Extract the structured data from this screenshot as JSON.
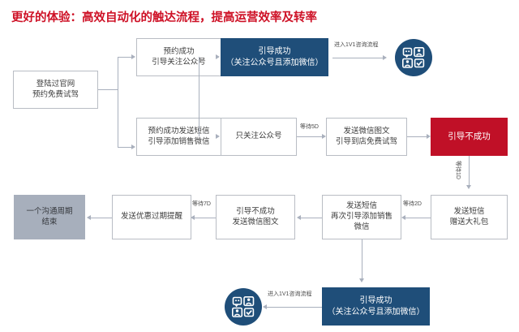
{
  "title": "更好的体验：高效自动化的触达流程，提高运营效率及转率",
  "colors": {
    "title": "#CE1126",
    "blue": "#1F4E79",
    "red": "#C01027",
    "gray": "#A7AFBC",
    "connector": "#a9b0bd",
    "box_border": "#b9bdc4"
  },
  "nodes": {
    "start": {
      "line1": "登陆过官网",
      "line2": "预约免费试驾"
    },
    "book_follow": {
      "line1": "预约成功",
      "line2": "引导关注公众号"
    },
    "book_sms": {
      "line1": "预约成功发送短信",
      "line2": "引导添加销售微信"
    },
    "success_top": {
      "line1": "引导成功",
      "line2": "（关注公众号且添加微信）"
    },
    "only_follow": {
      "line1": "只关注公众号"
    },
    "send_article": {
      "line1": "发送微信图文",
      "line2": "引导到店免费试驾"
    },
    "fail_top": {
      "line1": "引导不成功"
    },
    "send_gift": {
      "line1": "发送短信",
      "line2": "赠送大礼包"
    },
    "sms_again": {
      "line1": "发送短信",
      "line2": "再次引导添加销售",
      "line3": "微信"
    },
    "fail_article": {
      "line1": "引导不成功",
      "line2": "发送微信图文"
    },
    "expire_remind": {
      "line1": "发送优惠过期提醒"
    },
    "cycle_end": {
      "line1": "一个沟通周期",
      "line2": "结束"
    },
    "success_bottom": {
      "line1": "引导成功",
      "line2": "（关注公众号且添加微信）"
    }
  },
  "edge_labels": {
    "consult_top": "进入1V1咨询流程",
    "wait_5d": "等待5D",
    "wait_1d": "等待1D",
    "wait_2d": "等待2D",
    "wait_7d": "等待7D",
    "consult_bottom": "进入1V1咨询流程"
  },
  "icons": {
    "consult_top": "consultation-icon",
    "consult_bottom": "consultation-icon"
  }
}
